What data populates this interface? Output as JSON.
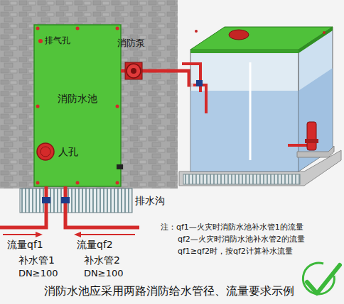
{
  "diagram": {
    "caption": "消防水池应采用两路消防给水管径、流量要求示例",
    "nodes": [
      {
        "text": [
          "消防水池"
        ]
      }
    ],
    "labels": [
      "排气孔",
      "人孔",
      "消防泵",
      "排水沟",
      "流量qf1",
      "补水管1",
      "DN≥100",
      "流量qf2",
      "补水管2",
      "DN≥100",
      "注：qf1—火灾时消防水池补水管1的流量",
      "qf2—火灾时消防水池补水管2的流量",
      "qf1≥qf2时，按qf2计算补水流量"
    ]
  }
}
